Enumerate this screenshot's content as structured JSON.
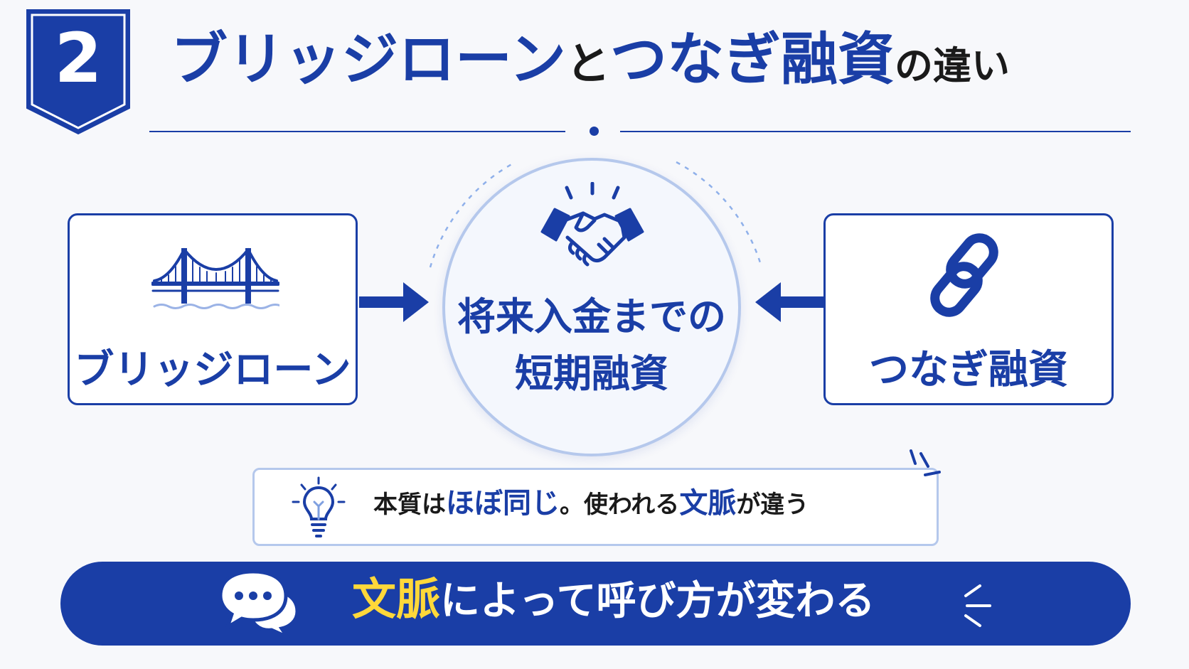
{
  "header": {
    "badge_number": "2",
    "title_part1": "ブリッジローン",
    "title_part2": "と",
    "title_part3": "つなぎ融資",
    "title_part4": "の違い"
  },
  "diagram": {
    "left_box_label": "ブリッジローン",
    "right_box_label": "つなぎ融資",
    "center_line1": "将来入金までの",
    "center_line2": "短期融資",
    "left_icon": "bridge-icon",
    "right_icon": "chain-link-icon",
    "center_icon": "handshake-icon"
  },
  "note": {
    "part1": "本質は",
    "part2": "ほぼ同じ",
    "part3": "。使われる",
    "part4": "文脈",
    "part5": "が違う",
    "icon": "lightbulb-icon"
  },
  "banner": {
    "part1": "文脈",
    "part2": "によって呼び方が変わる",
    "icon": "chat-bubbles-icon"
  },
  "colors": {
    "primary_blue": "#1a3ea6",
    "light_blue": "#b5c8ec",
    "accent_yellow": "#ffd83a",
    "background": "#f7f8fb"
  }
}
